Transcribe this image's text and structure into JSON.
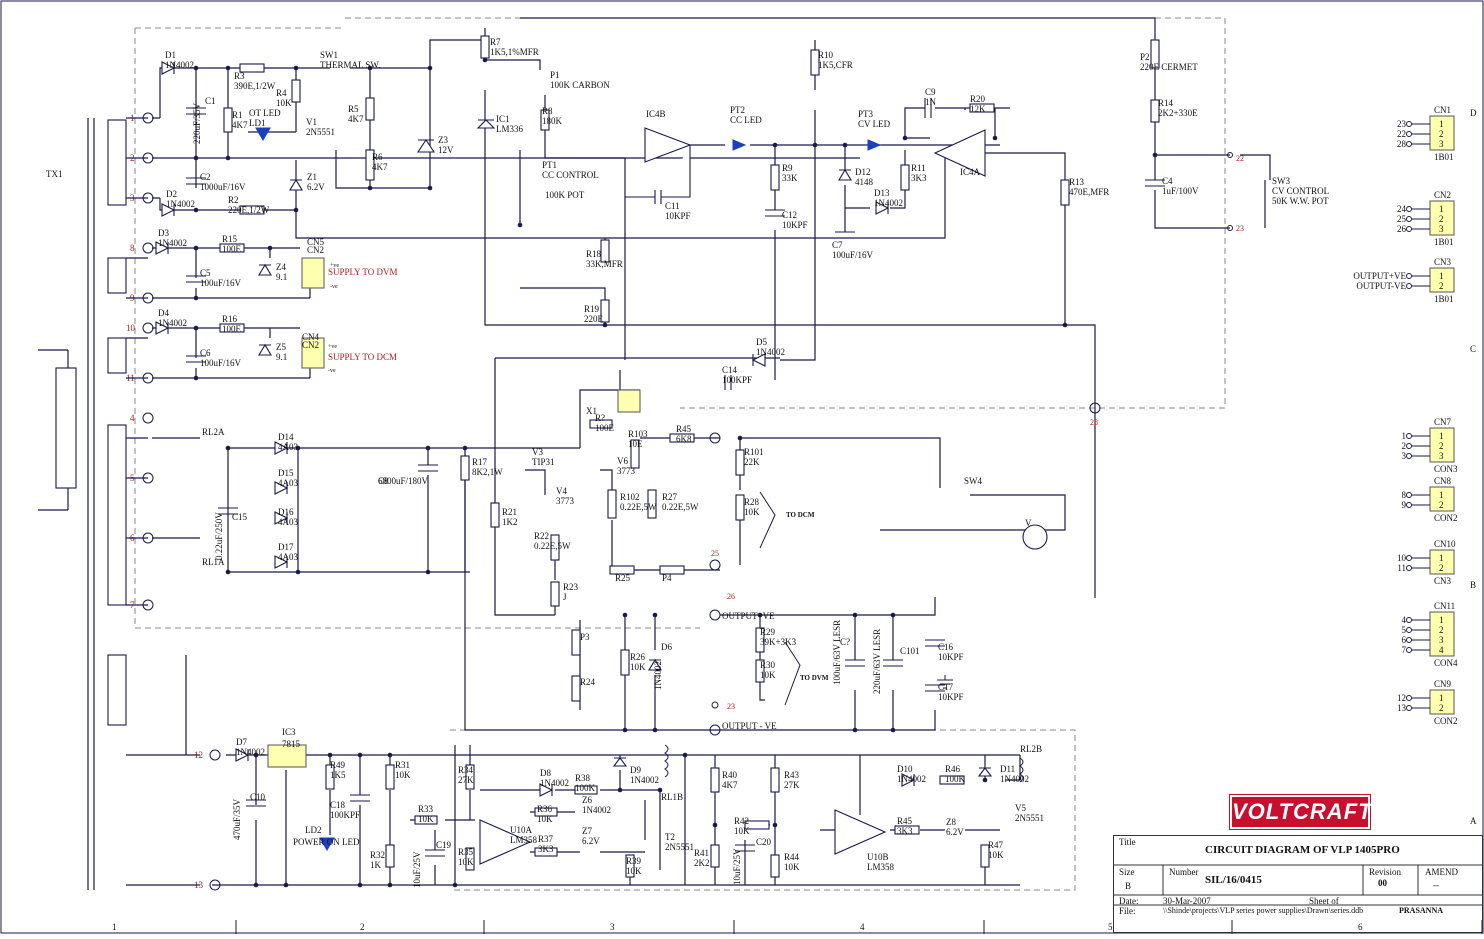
{
  "border": {
    "columns": [
      "1",
      "2",
      "3",
      "4",
      "5",
      "6"
    ],
    "rows": [
      "D",
      "C",
      "B",
      "A"
    ]
  },
  "transformer": {
    "name": "TX1"
  },
  "taps": [
    "1",
    "2",
    "3",
    "8",
    "9",
    "10",
    "11",
    "4",
    "5",
    "6",
    "7",
    "12",
    "13"
  ],
  "components": [
    {
      "id": "D1",
      "value": "1N4002"
    },
    {
      "id": "R3",
      "value": "390E,1/2W"
    },
    {
      "id": "SW1",
      "value": "THERMAL SW."
    },
    {
      "id": "C1",
      "value": "220uF/35V"
    },
    {
      "id": "R1",
      "value": "4K7"
    },
    {
      "id": "OT LED",
      "value": "LD1"
    },
    {
      "id": "V1",
      "value": "2N5551"
    },
    {
      "id": "R4",
      "value": "10K"
    },
    {
      "id": "R5",
      "value": "4K7"
    },
    {
      "id": "R6",
      "value": "4K7"
    },
    {
      "id": "Z1",
      "value": "6.2V"
    },
    {
      "id": "C2",
      "value": "1000uF/16V"
    },
    {
      "id": "D2",
      "value": "1N4002"
    },
    {
      "id": "R2",
      "value": "220E,1/2W"
    },
    {
      "id": "Z3",
      "value": "12V"
    },
    {
      "id": "R7",
      "value": "1K5,1%MFR"
    },
    {
      "id": "IC1",
      "value": "LM336"
    },
    {
      "id": "P1",
      "value": "100K CARBON"
    },
    {
      "id": "R8",
      "value": "180K"
    },
    {
      "id": "PT1",
      "value": "CC CONTROL"
    },
    {
      "id": "100K POT",
      "value": ""
    },
    {
      "id": "IC4B",
      "value": ""
    },
    {
      "id": "C11",
      "value": "10KPF"
    },
    {
      "id": "PT2",
      "value": "CC LED"
    },
    {
      "id": "R9",
      "value": "33K"
    },
    {
      "id": "C12",
      "value": "10KPF"
    },
    {
      "id": "R10",
      "value": "1K5,CFR"
    },
    {
      "id": "PT3",
      "value": "CV LED"
    },
    {
      "id": "D12",
      "value": "4148"
    },
    {
      "id": "D13",
      "value": "1N4002"
    },
    {
      "id": "C7",
      "value": "100uF/16V"
    },
    {
      "id": "R11",
      "value": "3K3"
    },
    {
      "id": "C9",
      "value": "1N"
    },
    {
      "id": "R20",
      "value": "12K"
    },
    {
      "id": "IC4A",
      "value": ""
    },
    {
      "id": "R13",
      "value": "470E,MFR"
    },
    {
      "id": "P2",
      "value": "220E CERMET"
    },
    {
      "id": "R14",
      "value": "2K2+330E"
    },
    {
      "id": "C4",
      "value": "1uF/100V"
    },
    {
      "id": "SW3",
      "value": "CV CONTROL"
    },
    {
      "id": "50K W.W. POT",
      "value": ""
    },
    {
      "id": "D3",
      "value": "1N4002"
    },
    {
      "id": "R15",
      "value": "100E"
    },
    {
      "id": "C5",
      "value": "100uF/16V"
    },
    {
      "id": "Z4",
      "value": "9.1"
    },
    {
      "id": "CN5",
      "value": "CN2"
    },
    {
      "id": "D4",
      "value": "1N4002"
    },
    {
      "id": "R16",
      "value": "100E"
    },
    {
      "id": "C6",
      "value": "100uF/16V"
    },
    {
      "id": "Z5",
      "value": "9.1"
    },
    {
      "id": "CN4",
      "value": "CN2"
    },
    {
      "id": "R18",
      "value": "33K,MFR"
    },
    {
      "id": "R19",
      "value": "220E"
    },
    {
      "id": "D5",
      "value": "1N4002"
    },
    {
      "id": "C14",
      "value": "100KPF"
    },
    {
      "id": "RL2A",
      "value": ""
    },
    {
      "id": "D14",
      "value": "4A03"
    },
    {
      "id": "D15",
      "value": "4A03"
    },
    {
      "id": "D16",
      "value": "4A03"
    },
    {
      "id": "D17",
      "value": "4A03"
    },
    {
      "id": "C15",
      "value": "0.22uF/250V"
    },
    {
      "id": "RL1A",
      "value": ""
    },
    {
      "id": "C8",
      "value": "6800uF/180V"
    },
    {
      "id": "R17",
      "value": "8K2,1W"
    },
    {
      "id": "V3",
      "value": "TIP31"
    },
    {
      "id": "V4",
      "value": "3773"
    },
    {
      "id": "V6",
      "value": "3773"
    },
    {
      "id": "X1",
      "value": ""
    },
    {
      "id": "R?",
      "value": "100E"
    },
    {
      "id": "R103",
      "value": "10E"
    },
    {
      "id": "R45",
      "value": "6K8"
    },
    {
      "id": "R101",
      "value": "22K"
    },
    {
      "id": "R28",
      "value": "10K"
    },
    {
      "id": "R102",
      "value": "0.22E,5W"
    },
    {
      "id": "R27",
      "value": "0.22E,5W"
    },
    {
      "id": "R21",
      "value": "1K2"
    },
    {
      "id": "R22",
      "value": "0.22E,5W"
    },
    {
      "id": "R25",
      "value": ""
    },
    {
      "id": "P4",
      "value": ""
    },
    {
      "id": "R23",
      "value": "J"
    },
    {
      "id": "SW4",
      "value": ""
    },
    {
      "id": "V",
      "value": ""
    },
    {
      "id": "P3",
      "value": ""
    },
    {
      "id": "R24",
      "value": ""
    },
    {
      "id": "R26",
      "value": "10K"
    },
    {
      "id": "D6",
      "value": "1N4002"
    },
    {
      "id": "R29",
      "value": "39K+3K3"
    },
    {
      "id": "R30",
      "value": "10K"
    },
    {
      "id": "C?",
      "value": "100uF/63V LESR"
    },
    {
      "id": "C101",
      "value": "220uF/63V LESR"
    },
    {
      "id": "C16",
      "value": "10KPF"
    },
    {
      "id": "C17",
      "value": "10KPF"
    },
    {
      "id": "D7",
      "value": "1N4002"
    },
    {
      "id": "IC3",
      "value": "7815"
    },
    {
      "id": "C10",
      "value": "470uF/35V"
    },
    {
      "id": "R49",
      "value": "1K5"
    },
    {
      "id": "C18",
      "value": "100KPF"
    },
    {
      "id": "LD2",
      "value": "POWER ON LED"
    },
    {
      "id": "R31",
      "value": "10K"
    },
    {
      "id": "R32",
      "value": "1K"
    },
    {
      "id": "R33",
      "value": "10K"
    },
    {
      "id": "C19",
      "value": "10uF/25V"
    },
    {
      "id": "R34",
      "value": "27K"
    },
    {
      "id": "R35",
      "value": "10K"
    },
    {
      "id": "D8",
      "value": "1N4002"
    },
    {
      "id": "R38",
      "value": "100K"
    },
    {
      "id": "D9",
      "value": "1N4002"
    },
    {
      "id": "R36",
      "value": "10K"
    },
    {
      "id": "Z6",
      "value": "1N4002"
    },
    {
      "id": "R37",
      "value": "3K3"
    },
    {
      "id": "Z7",
      "value": "6.2V"
    },
    {
      "id": "U10A",
      "value": "LM358"
    },
    {
      "id": "RL1B",
      "value": ""
    },
    {
      "id": "T2",
      "value": "2N5551"
    },
    {
      "id": "R39",
      "value": "10K"
    },
    {
      "id": "R40",
      "value": "4K7"
    },
    {
      "id": "R41",
      "value": "2K2"
    },
    {
      "id": "R42",
      "value": "10K"
    },
    {
      "id": "C20",
      "value": "10uF/25V"
    },
    {
      "id": "R43",
      "value": "27K"
    },
    {
      "id": "R44",
      "value": "10K"
    },
    {
      "id": "U10B",
      "value": "LM358"
    },
    {
      "id": "D10",
      "value": "1N4002"
    },
    {
      "id": "R46",
      "value": "100K"
    },
    {
      "id": "D11",
      "value": "1N4002"
    },
    {
      "id": "RL2B",
      "value": ""
    },
    {
      "id": "R45b",
      "value": "3K3"
    },
    {
      "id": "Z8",
      "value": "6.2V"
    },
    {
      "id": "V5",
      "value": "2N5551"
    },
    {
      "id": "R47",
      "value": "10K"
    }
  ],
  "labels": {
    "supply_dvm": "SUPPLY TO DVM",
    "supply_dcm": "SUPPLY TO DCM",
    "to_dcm": "TO DCM",
    "to_dvm": "TO DVM",
    "out_pos": "OUTPUT+VE",
    "out_neg": "OUTPUT - VE",
    "plus_ve": "+ve",
    "minus_ve": "-ve",
    "node22": "22",
    "node23": "23",
    "node25": "25",
    "node26": "26",
    "node28": "28"
  },
  "connectors": [
    {
      "id": "CN1",
      "pins": [
        "23",
        "22",
        "28"
      ],
      "nums": [
        "1",
        "2",
        "3"
      ],
      "part": "1B01"
    },
    {
      "id": "CN2",
      "pins": [
        "24",
        "25",
        "26"
      ],
      "nums": [
        "1",
        "2",
        "3"
      ],
      "part": "1B01"
    },
    {
      "id": "CN3",
      "pins": [
        "OUTPUT+VE",
        "OUTPUT-VE"
      ],
      "nums": [
        "1",
        "2"
      ],
      "part": "1B01"
    },
    {
      "id": "CN7",
      "pins": [
        "1",
        "2",
        "3"
      ],
      "nums": [
        "1",
        "2",
        "3"
      ],
      "part": "CON3"
    },
    {
      "id": "CN8",
      "pins": [
        "8",
        "9"
      ],
      "nums": [
        "1",
        "2"
      ],
      "part": "CON2"
    },
    {
      "id": "CN10",
      "pins": [
        "10",
        "11"
      ],
      "nums": [
        "1",
        "2"
      ],
      "part": "CN3"
    },
    {
      "id": "CN11",
      "pins": [
        "4",
        "5",
        "6",
        "7"
      ],
      "nums": [
        "1",
        "2",
        "3",
        "4"
      ],
      "part": "CON4"
    },
    {
      "id": "CN9",
      "pins": [
        "12",
        "13"
      ],
      "nums": [
        "1",
        "2"
      ],
      "part": "CON2"
    }
  ],
  "logo": "VOLTCRAFT",
  "title_block": {
    "title_label": "Title",
    "title": "CIRCUIT DIAGRAM OF VLP 1405PRO",
    "size_label": "Size",
    "size": "B",
    "number_label": "Number",
    "number": "SIL/16/0415",
    "revision_label": "Revision",
    "revision": "00",
    "amend_label": "AMEND",
    "amend": "--",
    "date_label": "Date:",
    "date": "30-Mar-2007",
    "sheet_label": "Sheet  of",
    "file_label": "File:",
    "file": "\\\\Shinde\\projects\\VLP series power supplies\\Drawn\\series.ddb",
    "drawn_by": "PRASANNA"
  }
}
